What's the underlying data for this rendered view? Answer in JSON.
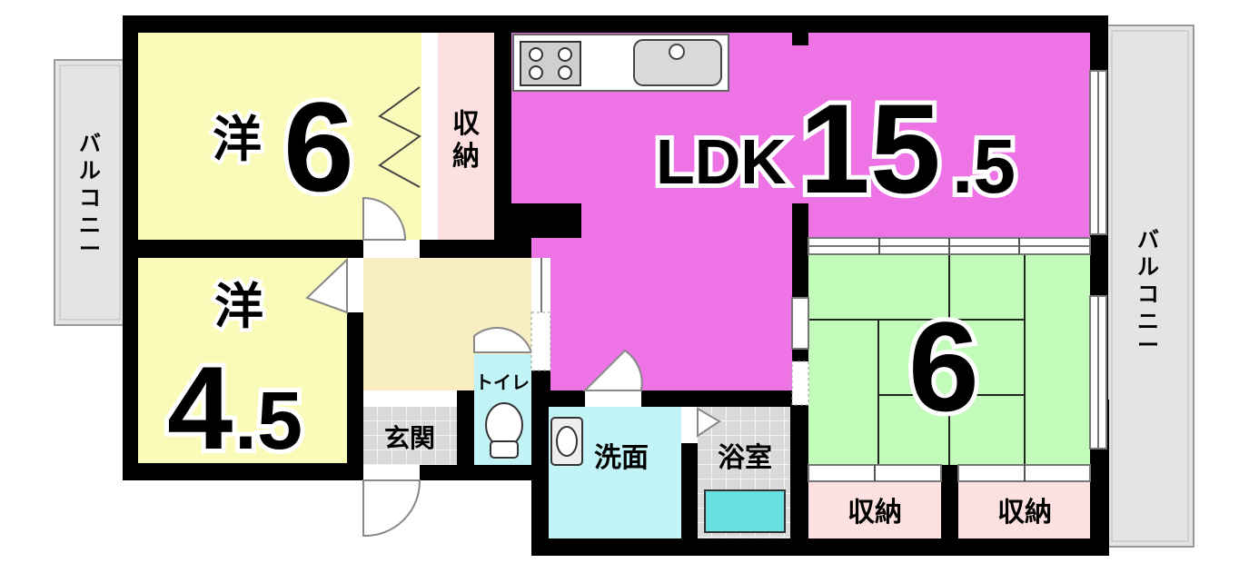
{
  "rooms": {
    "western1": {
      "kanji": "洋",
      "size": "6"
    },
    "western2": {
      "kanji": "洋",
      "size_int": "4",
      "size_dec": ".5"
    },
    "ldk": {
      "label": "LDK",
      "size_int": "15",
      "size_dec": ".5"
    },
    "japanese": {
      "size": "6"
    },
    "storage_top": {
      "line1": "収",
      "line2": "納"
    },
    "entrance": {
      "label": "玄関"
    },
    "toilet": {
      "label": "トイレ"
    },
    "washroom": {
      "label": "洗面"
    },
    "bathroom": {
      "label": "浴室"
    },
    "storage_a": {
      "label": "収納"
    },
    "storage_b": {
      "label": "収納"
    }
  },
  "balconies": {
    "left": {
      "c1": "バ",
      "c2": "ル",
      "c3": "コ",
      "c4": "ニ",
      "c5": "ー"
    },
    "right": {
      "c1": "バ",
      "c2": "ル",
      "c3": "コ",
      "c4": "ニ",
      "c5": "ー"
    }
  },
  "colors": {
    "western": "#fbfbb9",
    "ldk": "#ee74e6",
    "japanese": "#c3fcba",
    "storage": "#fde1e1",
    "entrance_hall": "#f8edc3",
    "water": "#c2f3f6",
    "floor_tile": "#d4d4d4",
    "balcony": "#e4e4e4",
    "wall": "#000000"
  }
}
